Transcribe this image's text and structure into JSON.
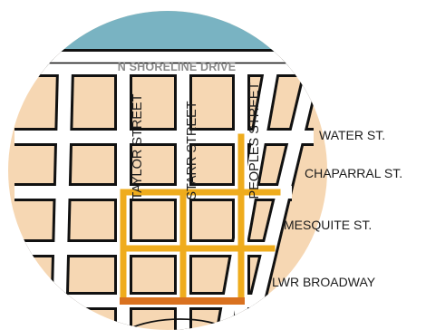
{
  "map": {
    "colors": {
      "land": "#f6d7b3",
      "water": "#79b3c2",
      "street": "#ffffff",
      "street_outline": "#111111",
      "route": "#efac1d",
      "route_highlight": "#d9711f"
    },
    "labels": {
      "shoreline_drive": "N SHORELINE DRIVE",
      "taylor_street": "TAYLOR STREET",
      "starr_street": "STARR STREET",
      "peoples_street": "PEOPLES STREET",
      "water_st": "WATER ST.",
      "chaparral_st": "CHAPARRAL ST.",
      "mesquite_st": "MESQUITE ST.",
      "lwr_broadway": "LWR BROADWAY"
    }
  }
}
